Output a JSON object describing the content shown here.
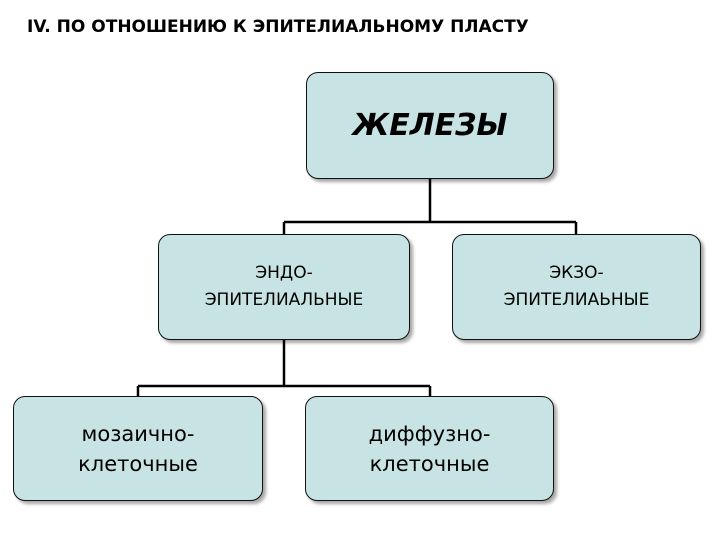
{
  "title": "IV. ПО ОТНОШЕНИЮ К ЭПИТЕЛИАЛЬНОМУ ПЛАСТУ",
  "colors": {
    "node_fill": "#c8e3e3",
    "line": "#000000",
    "border": "#111111"
  },
  "diagram": {
    "root": {
      "label": "ЖЕЛЕЗЫ"
    },
    "endo": {
      "line1": "ЭНДО-",
      "line2": "ЭПИТЕЛИАЛЬНЫЕ"
    },
    "exo": {
      "line1": "ЭКЗО-",
      "line2": "ЭПИТЕЛИАЬНЫЕ"
    },
    "mosaic": {
      "line1": "мозаично-",
      "line2": "клеточные"
    },
    "diffuse": {
      "line1": "диффузно-",
      "line2": "клеточные"
    }
  }
}
